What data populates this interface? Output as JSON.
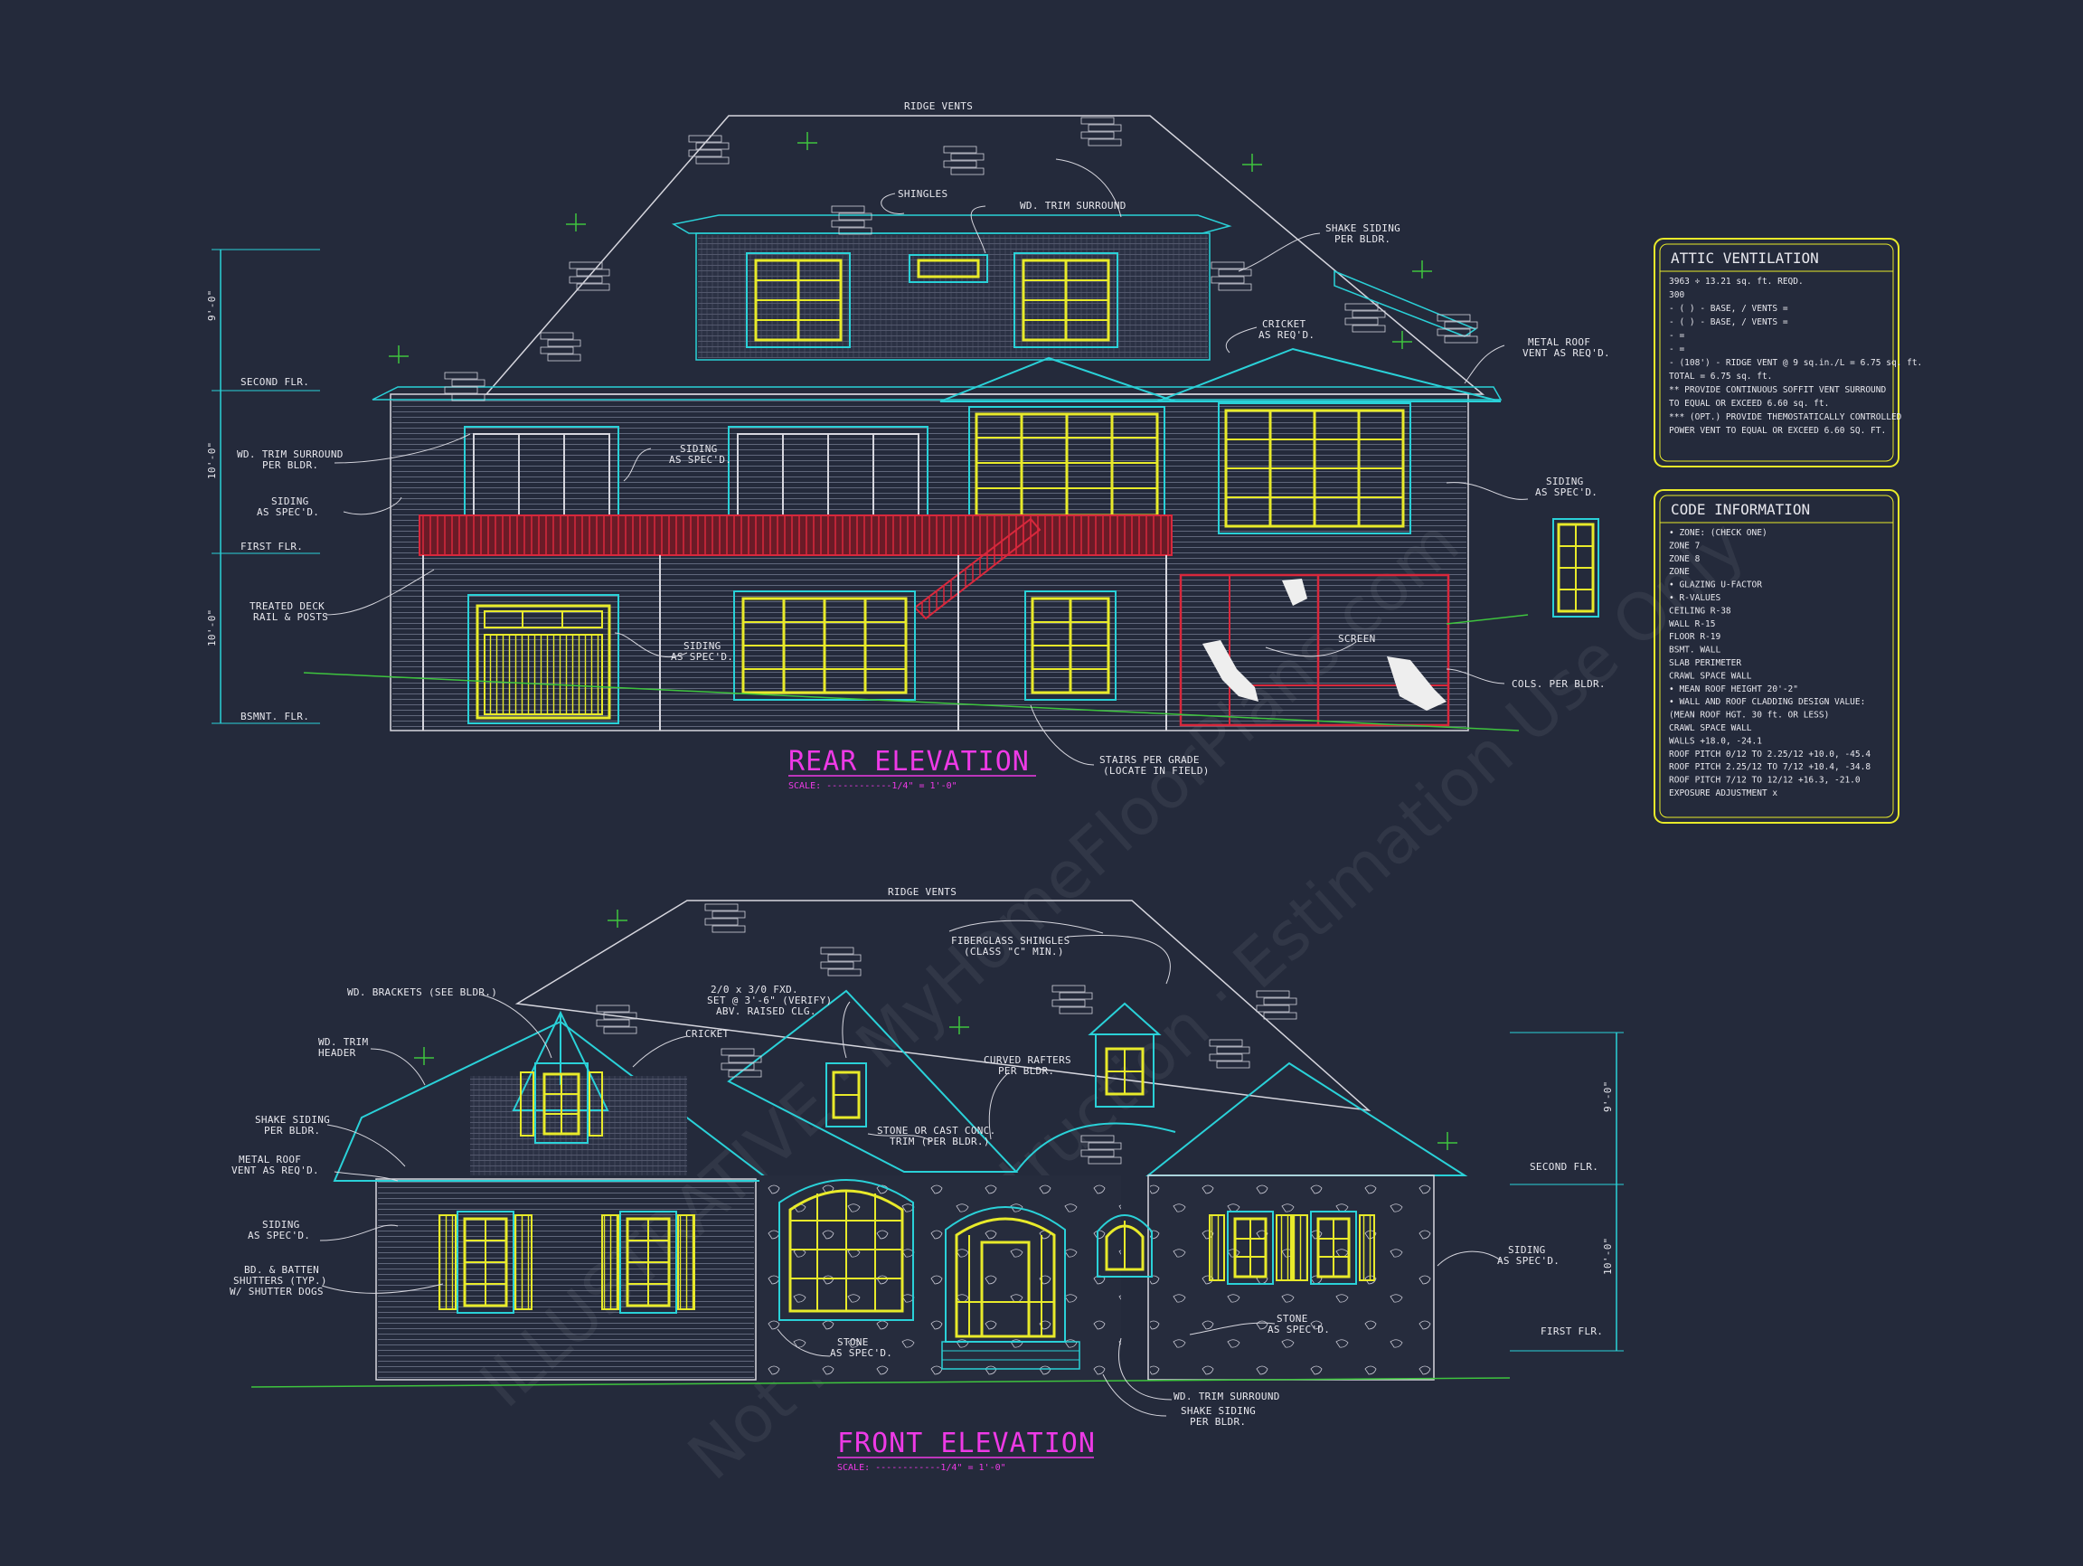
{
  "rear": {
    "title": "REAR ELEVATION",
    "scale": "SCALE: ------------1/4\" = 1'-0\"",
    "labels": {
      "ridge": "RIDGE VENTS",
      "shingles": "SHINGLES",
      "trim_top": "WD. TRIM SURROUND",
      "shake1": "SHAKE SIDING",
      "shake2": "PER BLDR.",
      "cricket1": "CRICKET",
      "cricket2": "AS REQ'D.",
      "metal1": "METAL ROOF",
      "metal2": "VENT AS REQ'D.",
      "second": "SECOND FLR.",
      "wdtrim1": "WD. TRIM SURROUND",
      "wdtrim2": "PER BLDR.",
      "siding_l1": "SIDING",
      "siding_l2": "AS SPEC'D.",
      "first": "FIRST FLR.",
      "deck1": "TREATED DECK",
      "deck2": "RAIL & POSTS",
      "bsmt": "BSMNT. FLR.",
      "siding_m1": "SIDING",
      "siding_m2": "AS SPEC'D.",
      "siding_b1": "SIDING",
      "siding_b2": "AS SPEC'D.",
      "siding_r1": "SIDING",
      "siding_r2": "AS SPEC'D.",
      "screen": "SCREEN",
      "cols": "COLS. PER BLDR.",
      "stairs1": "STAIRS PER GRADE",
      "stairs2": "(LOCATE IN FIELD)"
    },
    "dims": {
      "upper": "9'-0\"",
      "mid": "10'-0\"",
      "lower": "10'-0\""
    }
  },
  "front": {
    "title": "FRONT ELEVATION",
    "scale": "SCALE: ------------1/4\" = 1'-0\"",
    "labels": {
      "ridge": "RIDGE VENTS",
      "fiber1": "FIBERGLASS SHINGLES",
      "fiber2": "(CLASS \"C\" MIN.)",
      "brackets": "WD. BRACKETS (SEE BLDR.)",
      "fxd1": "2/0 x 3/0 FXD.",
      "fxd2": "SET @ 3'-6\" (VERIFY)",
      "fxd3": "ABV. RAISED CLG.",
      "cricket": "CRICKET",
      "trimh1": "WD. TRIM",
      "trimh2": "HEADER",
      "curved1": "CURVED RAFTERS",
      "curved2": "PER BLDR.",
      "shake1": "SHAKE SIDING",
      "shake2": "PER BLDR.",
      "stonecast1": "STONE OR CAST CONC.",
      "stonecast2": "TRIM (PER BLDR.)",
      "metal1": "METAL ROOF",
      "metal2": "VENT AS REQ'D.",
      "siding_l1": "SIDING",
      "siding_l2": "AS SPEC'D.",
      "shutter1": "BD. & BATTEN",
      "shutter2": "SHUTTERS (TYP.)",
      "shutter3": "W/ SHUTTER DOGS",
      "stone_m1": "STONE",
      "stone_m2": "AS SPEC'D.",
      "stone_r1": "STONE",
      "stone_r2": "AS SPEC'D.",
      "trim_sur": "WD. TRIM SURROUND",
      "shake_b1": "SHAKE SIDING",
      "shake_b2": "PER BLDR.",
      "siding_r1": "SIDING",
      "siding_r2": "AS SPEC'D.",
      "second": "SECOND FLR.",
      "first": "FIRST FLR."
    },
    "dims": {
      "upper": "9'-0\"",
      "lower": "10'-0\""
    }
  },
  "attic": {
    "title": "ATTIC VENTILATION",
    "lines": [
      "3963 ÷ 13.21 sq. ft. REQD.",
      "300",
      "- (  ) -        BASE,    /    VENTS   =",
      "- (  ) -        BASE,    /    VENTS   =",
      "-                                              =",
      "-                                              =",
      "- (108') - RIDGE VENT @ 9 sq.in./L = 6.75 sq. ft.",
      "                                 TOTAL       = 6.75 sq. ft.",
      "** PROVIDE CONTINUOUS SOFFIT VENT SURROUND",
      "   TO EQUAL OR EXCEED  6.60 sq. ft.",
      "*** (OPT.) PROVIDE THEMOSTATICALLY CONTROLLED",
      "   POWER VENT TO EQUAL OR EXCEED 6.60 SQ. FT."
    ]
  },
  "code": {
    "title": "CODE INFORMATION",
    "lines": [
      "• ZONE: (CHECK ONE)",
      "      ZONE 7",
      "      ZONE 8",
      "      ZONE",
      "• GLAZING U-FACTOR",
      "• R-VALUES",
      "      CEILING                R-38",
      "      WALL                    R-15",
      "      FLOOR                  R-19",
      "      BSMT. WALL",
      "      SLAB PERIMETER",
      "      CRAWL SPACE WALL",
      "• MEAN ROOF HEIGHT  20'-2\"",
      "• WALL AND ROOF CLADDING DESIGN VALUE:",
      "  (MEAN ROOF HGT. 30 ft. OR LESS)",
      "      CRAWL SPACE WALL",
      "      WALLS                         +18.0, -24.1",
      "      ROOF PITCH 0/12 TO 2.25/12   +10.0, -45.4",
      "      ROOF PITCH 2.25/12 TO 7/12   +10.4, -34.8",
      "      ROOF PITCH 7/12 TO 12/12     +16.3, -21.0",
      "      EXPOSURE ADJUSTMENT          x"
    ]
  },
  "watermark": {
    "line1": "ILLUSTRATIVE · MyHomeFloorPlans.com",
    "line2": "Not For Construction · Estimation Use Only"
  },
  "colors": {
    "background": "#242a3b",
    "cyan": "#2ad1d8",
    "yellow": "#e8ea2a",
    "red": "#d8283c",
    "magenta": "#ee3ae6",
    "white": "#d6d6de",
    "green": "#3ec43e"
  }
}
